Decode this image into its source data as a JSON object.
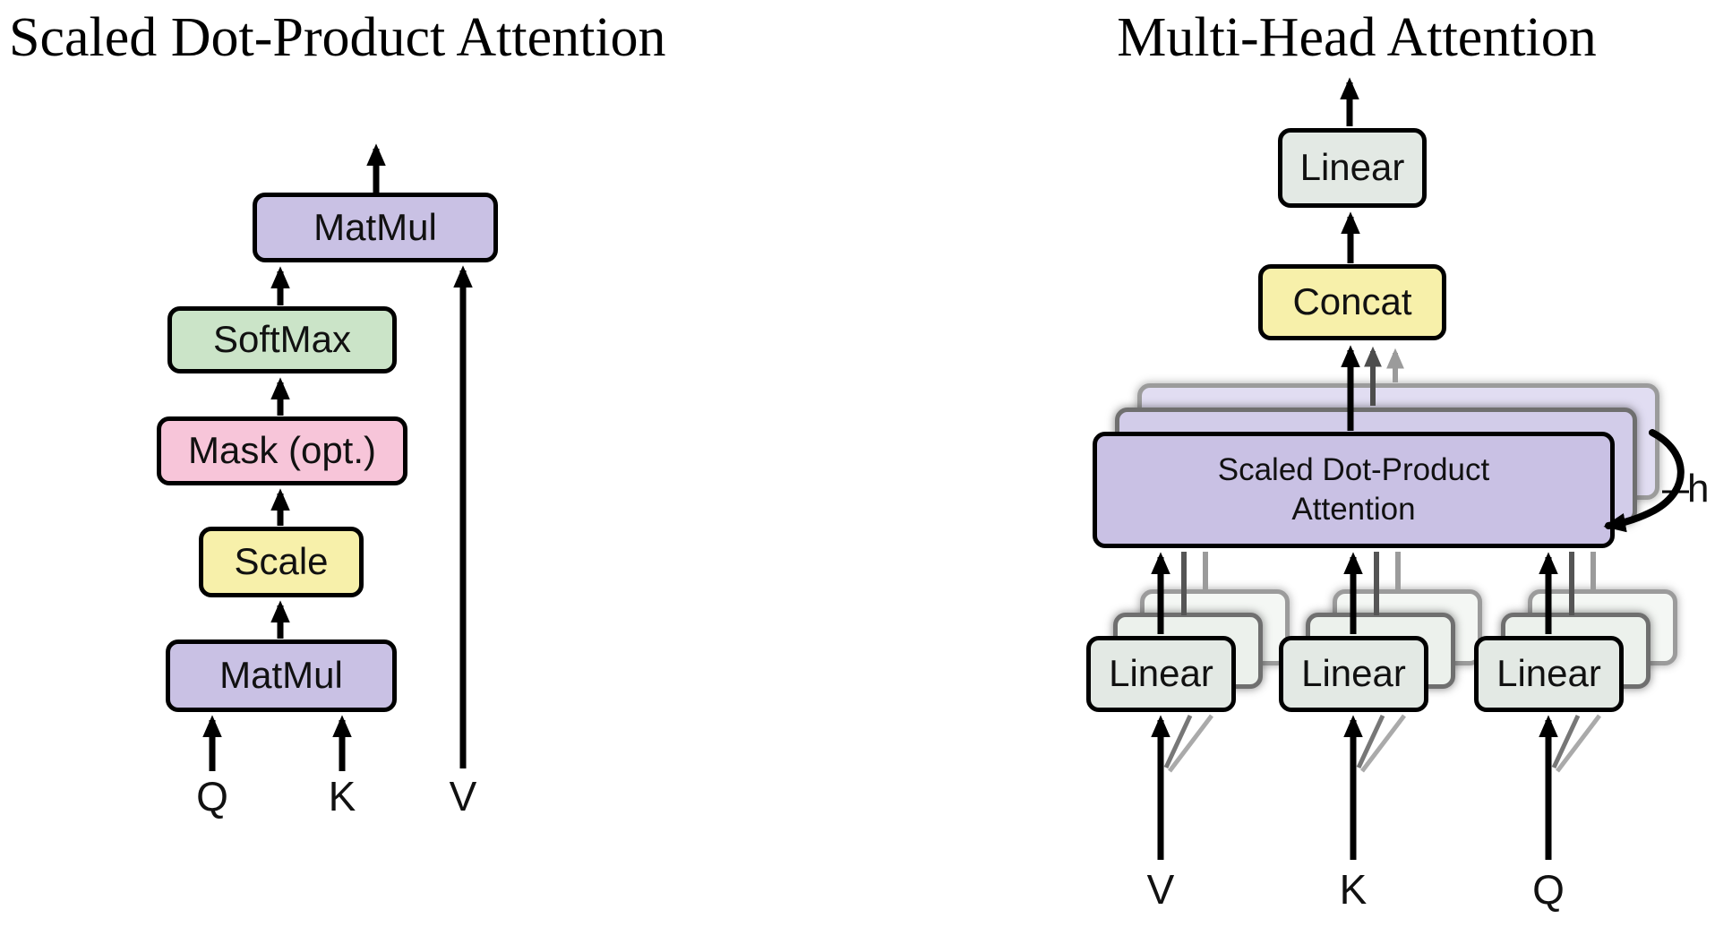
{
  "titles": {
    "left": "Scaled Dot-Product Attention",
    "right": "Multi-Head Attention"
  },
  "left_diagram": {
    "blocks": {
      "matmul_top": "MatMul",
      "softmax": "SoftMax",
      "mask": "Mask (opt.)",
      "scale": "Scale",
      "matmul_bottom": "MatMul"
    },
    "inputs": [
      "Q",
      "K",
      "V"
    ]
  },
  "right_diagram": {
    "blocks": {
      "linear_top": "Linear",
      "concat": "Concat",
      "sdpa_line1": "Scaled Dot-Product",
      "sdpa_line2": "Attention"
    },
    "linear_labels": [
      "Linear",
      "Linear",
      "Linear"
    ],
    "inputs": [
      "V",
      "K",
      "Q"
    ],
    "head_count": "h"
  },
  "colors": {
    "matmul_fill": "#C9C1E4",
    "softmax_fill": "#CBE4C8",
    "mask_fill": "#F7C5D9",
    "scale_fill": "#F7F0AA",
    "concat_fill": "#F7F0AA",
    "linear_fill": "#E3E9E4",
    "stack_mid_fill": "#D2CCE9",
    "stack_back_fill": "#E1DDF2",
    "border": "#000000",
    "arrow_black": "#000000",
    "arrow_dark_gray": "#4d4d4d",
    "arrow_light_gray": "#9b9b9b"
  }
}
